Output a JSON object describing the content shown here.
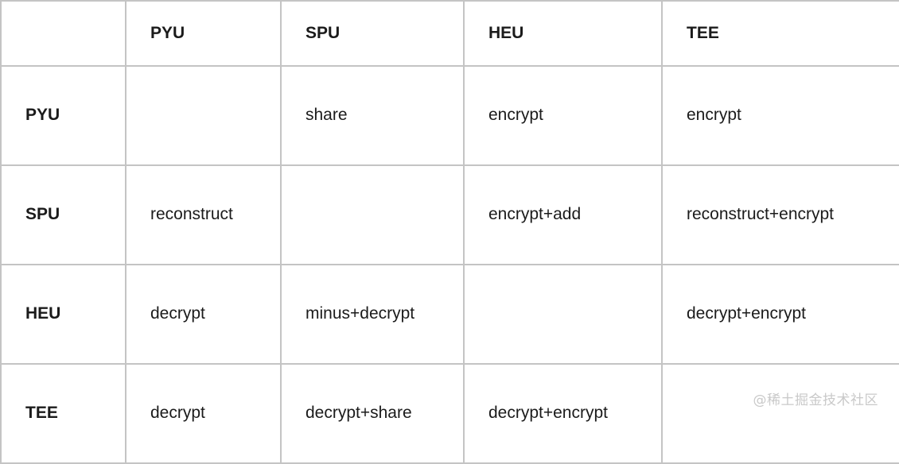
{
  "table": {
    "corner_label": "",
    "columns": [
      "PYU",
      "SPU",
      "HEU",
      "TEE"
    ],
    "rows": [
      {
        "header": "PYU",
        "cells": [
          "",
          "share",
          "encrypt",
          "encrypt"
        ]
      },
      {
        "header": "SPU",
        "cells": [
          "reconstruct",
          "",
          "encrypt+add",
          "reconstruct+encrypt"
        ]
      },
      {
        "header": "HEU",
        "cells": [
          "decrypt",
          "minus+decrypt",
          "",
          "decrypt+encrypt"
        ]
      },
      {
        "header": "TEE",
        "cells": [
          "decrypt",
          "decrypt+share",
          "decrypt+encrypt",
          ""
        ]
      }
    ]
  },
  "watermark": {
    "text": "@稀土掘金技术社区",
    "color": "#c9c9c9"
  },
  "style": {
    "border_color": "#c4c4c4",
    "text_color": "#1b1b1b",
    "background": "#ffffff"
  }
}
